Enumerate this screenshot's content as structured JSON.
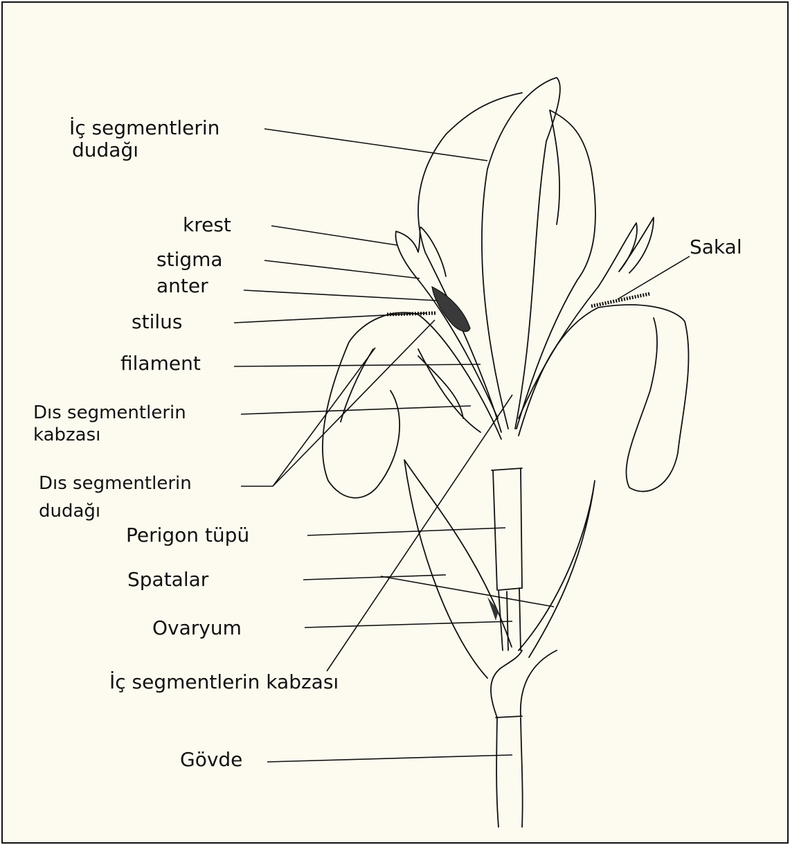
{
  "labels": {
    "ic_segment_dudagi": [
      "İç segmentlerin",
      "dudağı"
    ],
    "krest": "krest",
    "stigma": "stigma",
    "anter": "anter",
    "stilus": "stilus",
    "filament": "filament",
    "dis_segment_kabzasi": [
      "Dıs segmentlerin",
      "kabzası"
    ],
    "dis_segment_dudagi": [
      "Dıs segmentlerin",
      "dudağı"
    ],
    "perigon_tupu": "Perigon tüpü",
    "spatalar": "Spatalar",
    "ovaryum": "Ovaryum",
    "ic_segment_kabzasi": "İç segmentlerin kabzası",
    "govde": "Gövde",
    "sakal": "Sakal"
  },
  "colors": {
    "paper": "#fdfbef",
    "ink": "#111111"
  }
}
